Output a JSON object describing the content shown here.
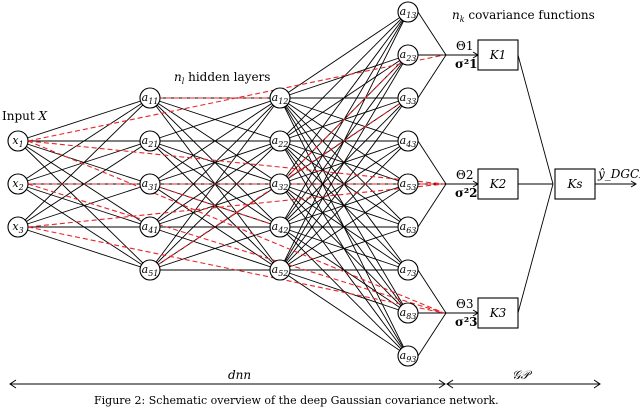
{
  "labels": {
    "input": "Input X",
    "hidden": "n_l hidden layers",
    "covariance": "n_k covariance functions",
    "dnn": "dnn",
    "gp": "𝒢𝒫",
    "output": "ŷ_DGCN",
    "caption": "Figure 2: Schematic overview of the deep Gaussian covariance network."
  },
  "layers": {
    "input": [
      "x1",
      "x2",
      "x3"
    ],
    "hidden1": [
      "a11",
      "a21",
      "a31",
      "a41",
      "a51"
    ],
    "hidden2": [
      "a12",
      "a22",
      "a32",
      "a42",
      "a52"
    ],
    "hidden3": [
      "a13",
      "a23",
      "a33",
      "a43",
      "a53",
      "a63",
      "a73",
      "a83",
      "a93"
    ]
  },
  "params": [
    {
      "theta": "Θ1",
      "sigma": "σ²1"
    },
    {
      "theta": "Θ2",
      "sigma": "σ²2"
    },
    {
      "theta": "Θ3",
      "sigma": "σ²3"
    }
  ],
  "kernels": [
    "K1",
    "K2",
    "K3"
  ],
  "combined_kernel": "Ks",
  "colors": {
    "edge": "#000000",
    "dashed": "#e8252a"
  }
}
